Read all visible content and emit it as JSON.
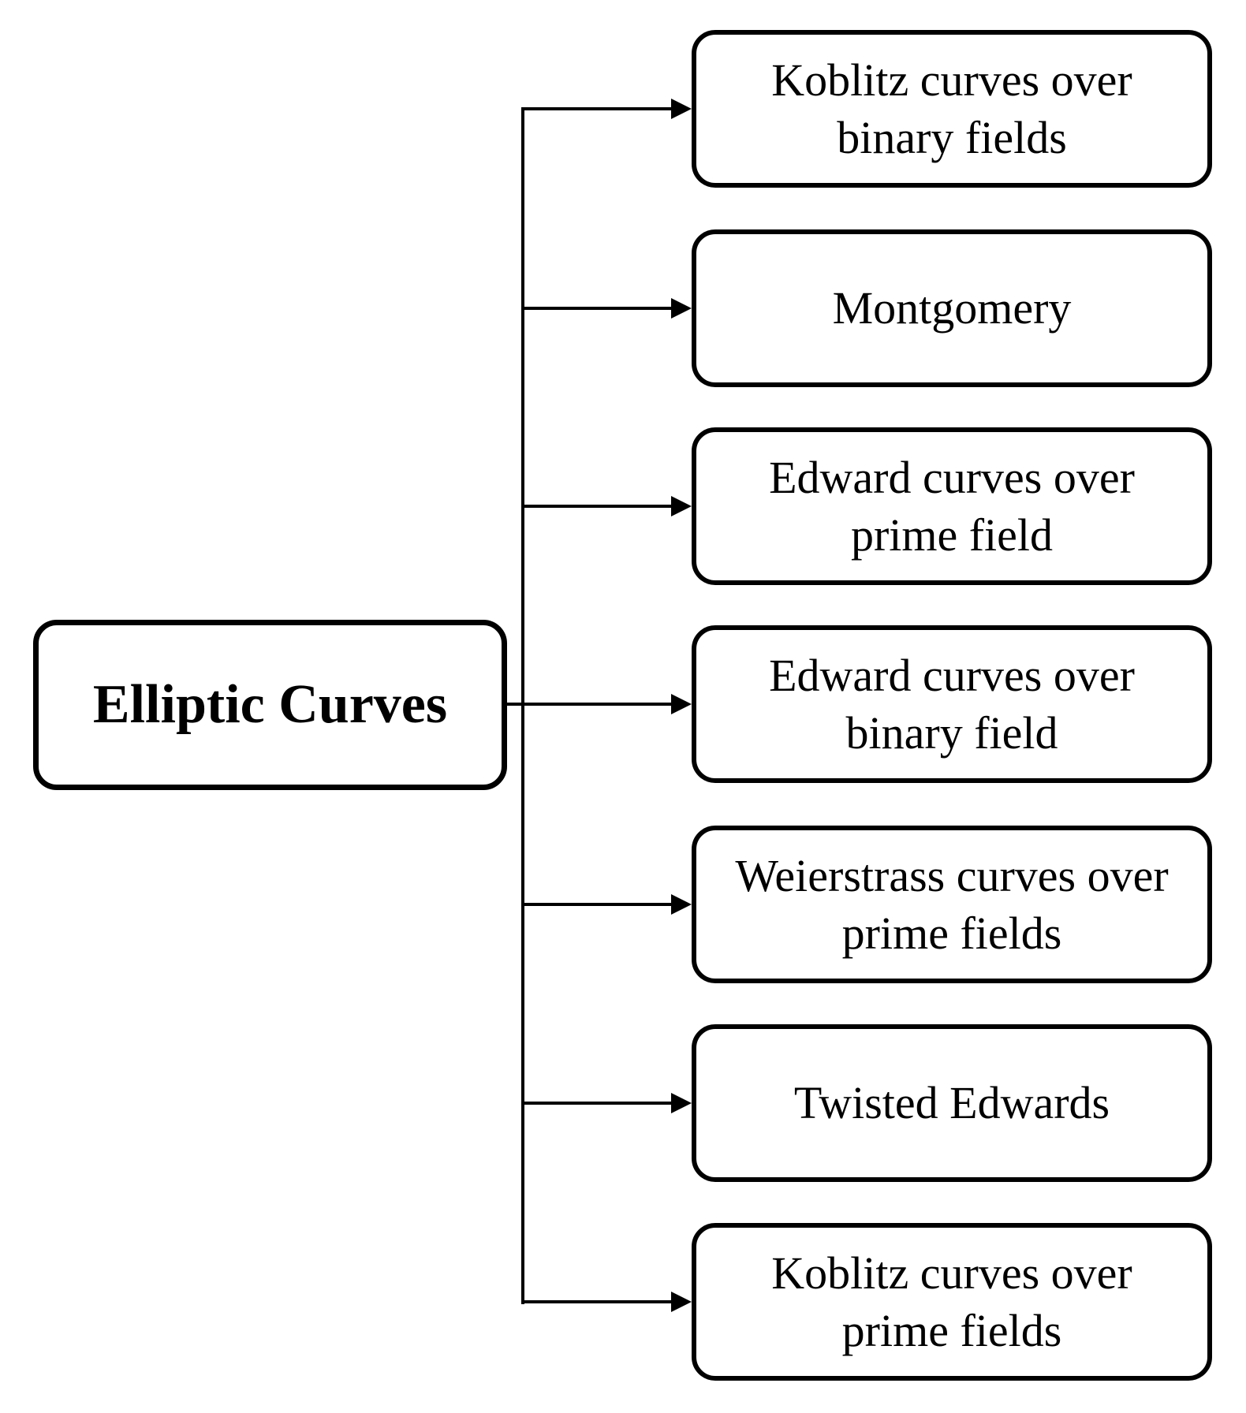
{
  "diagram": {
    "root": {
      "label": "Elliptic Curves"
    },
    "children": [
      {
        "label": "Koblitz curves over binary fields"
      },
      {
        "label": "Montgomery"
      },
      {
        "label": "Edward curves over prime field"
      },
      {
        "label": "Edward curves over binary field"
      },
      {
        "label": "Weierstrass curves over prime fields"
      },
      {
        "label": "Twisted Edwards"
      },
      {
        "label": "Koblitz curves over prime fields"
      }
    ],
    "colors": {
      "line": "#000000",
      "text": "#000000",
      "background": "#ffffff"
    }
  }
}
